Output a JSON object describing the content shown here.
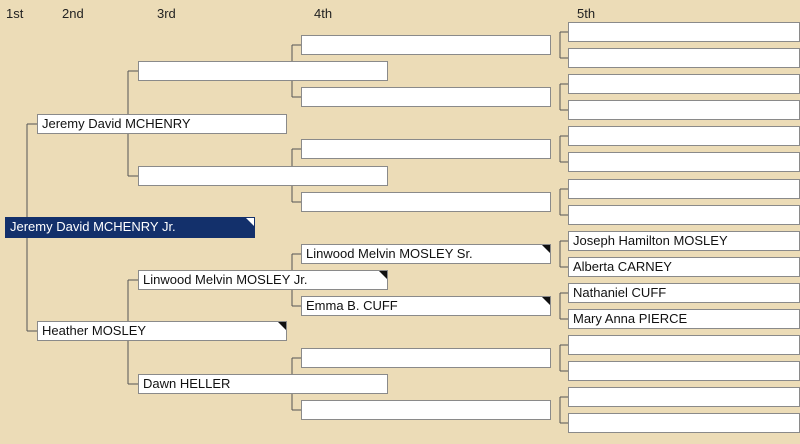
{
  "headers": [
    "1st",
    "2nd",
    "3rd",
    "4th",
    "5th"
  ],
  "gen1": {
    "name": "Jeremy David MCHENRY Jr."
  },
  "gen2": [
    {
      "name": "Jeremy David MCHENRY"
    },
    {
      "name": "Heather MOSLEY"
    }
  ],
  "gen3": [
    {
      "name": ""
    },
    {
      "name": ""
    },
    {
      "name": "Linwood Melvin MOSLEY Jr."
    },
    {
      "name": "Dawn HELLER"
    }
  ],
  "gen4": [
    {
      "name": ""
    },
    {
      "name": ""
    },
    {
      "name": ""
    },
    {
      "name": ""
    },
    {
      "name": "Linwood Melvin MOSLEY Sr."
    },
    {
      "name": "Emma B. CUFF"
    },
    {
      "name": ""
    },
    {
      "name": ""
    }
  ],
  "gen5": [
    {
      "name": ""
    },
    {
      "name": ""
    },
    {
      "name": ""
    },
    {
      "name": ""
    },
    {
      "name": ""
    },
    {
      "name": ""
    },
    {
      "name": ""
    },
    {
      "name": ""
    },
    {
      "name": "Joseph Hamilton MOSLEY"
    },
    {
      "name": "Alberta CARNEY"
    },
    {
      "name": "Nathaniel CUFF"
    },
    {
      "name": "Mary Anna PIERCE"
    },
    {
      "name": ""
    },
    {
      "name": ""
    },
    {
      "name": ""
    },
    {
      "name": ""
    }
  ]
}
